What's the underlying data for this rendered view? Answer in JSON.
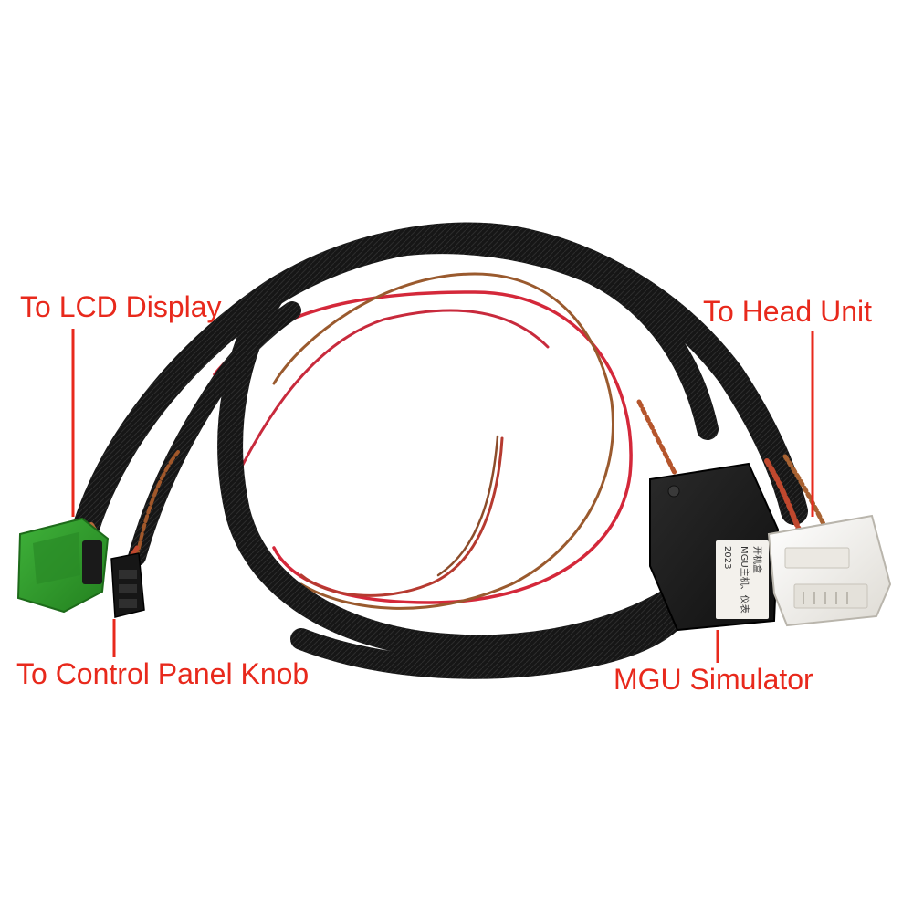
{
  "labels": {
    "lcd_display": "To LCD Display",
    "head_unit": "To Head Unit",
    "control_panel_knob": "To Control Panel Knob",
    "mgu_simulator": "MGU Simulator"
  },
  "module_sticker": {
    "line1": "开机盒",
    "line2": "MGU主机、仪表",
    "line3": "2023"
  },
  "colors": {
    "label_text": "#e8291c",
    "leader_line": "#e8291c",
    "cable_sleeve": "#141414",
    "lcd_connector": "#2f9a2c",
    "head_unit_connector": "#f4f4f2",
    "knob_connector": "#161616",
    "module_body": "#1b1b1b",
    "wire_red": "#d4283a",
    "wire_brown": "#9a5a2e",
    "background": "#ffffff"
  }
}
